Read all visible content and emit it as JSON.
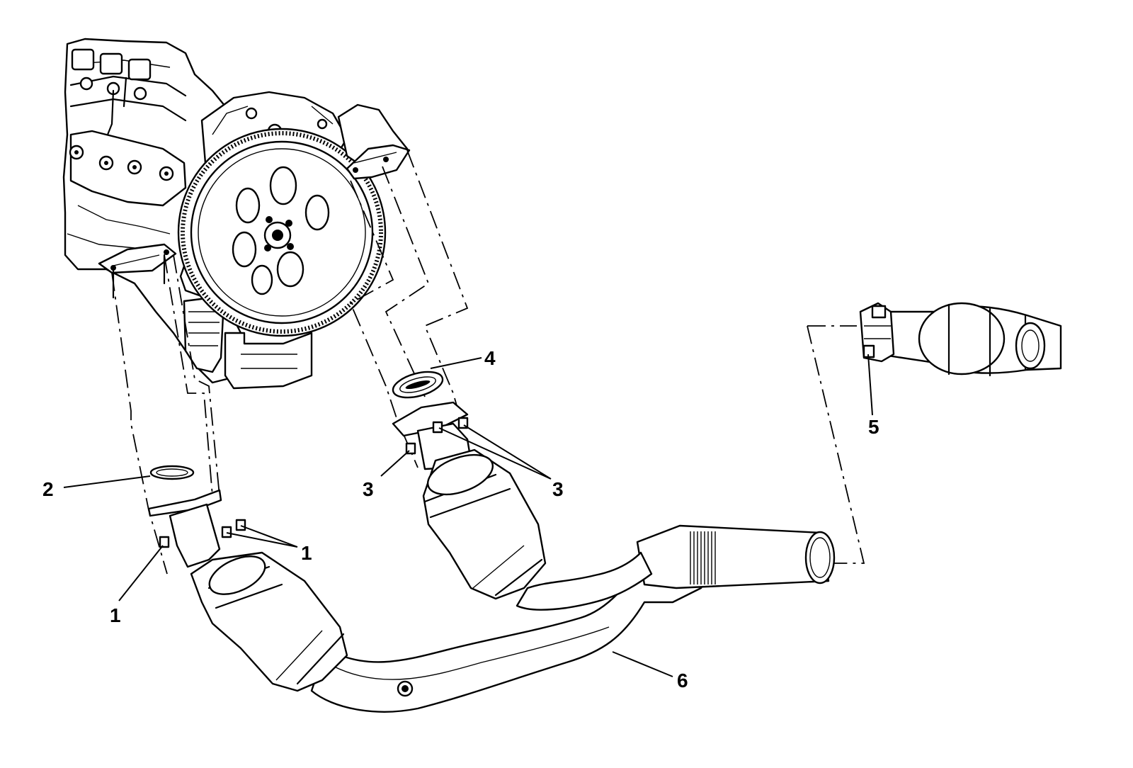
{
  "figure": {
    "callouts": [
      "1",
      "1",
      "2",
      "3",
      "3",
      "4",
      "5",
      "6"
    ],
    "parts": [
      "engine-assembly",
      "flywheel",
      "left-exhaust-manifold-pipe-flange",
      "right-exhaust-manifold-pipe-flange",
      "left-catalytic-converter",
      "right-catalytic-converter",
      "y-pipe-assembly",
      "intermediate-pipe",
      "exhaust-clamp",
      "gaskets",
      "studs-nuts"
    ]
  }
}
